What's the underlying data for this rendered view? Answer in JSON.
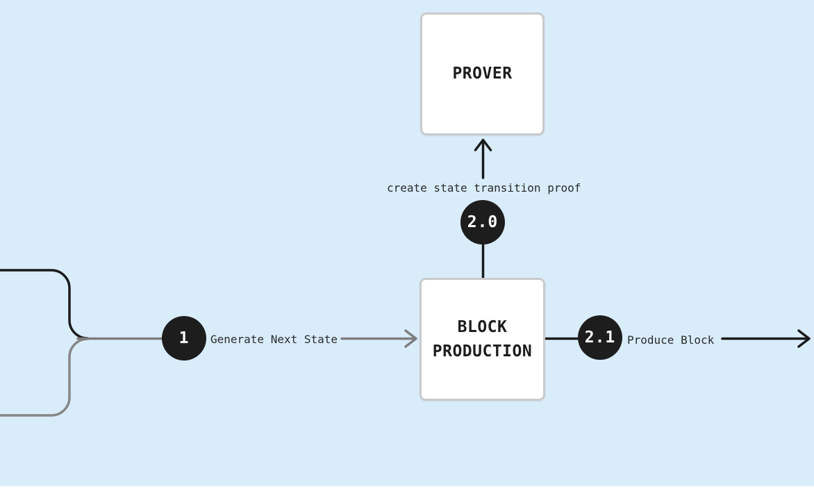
{
  "colors": {
    "background": "#d8ecfa",
    "node_fill": "#ffffff",
    "node_border": "#c9cacb",
    "edge_black": "#1a1a1a",
    "edge_gray": "#7e7e7e",
    "badge_fill": "#1d1d1d",
    "badge_text": "#ffffff",
    "label_text": "#2b2b2b"
  },
  "nodes": {
    "prover": {
      "label": "PROVER"
    },
    "block_production": {
      "label": "BLOCK PRODUCTION"
    }
  },
  "edges": {
    "generate_next_state": {
      "badge": "1",
      "label": "Generate Next State"
    },
    "create_state_transition_proof": {
      "badge": "2.0",
      "label": "create state transition proof"
    },
    "produce_block": {
      "badge": "2.1",
      "label": "Produce Block"
    }
  }
}
